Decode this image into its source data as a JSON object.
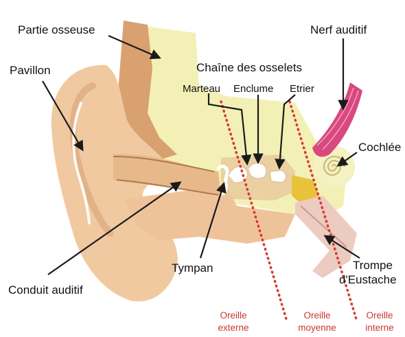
{
  "diagram": {
    "labels": {
      "partie_osseuse": "Partie osseuse",
      "pavillon": "Pavillon",
      "chaine_osselets": "Chaîne des osselets",
      "marteau": "Marteau",
      "enclume": "Enclume",
      "etrier": "Etrier",
      "nerf_auditif": "Nerf auditif",
      "cochlee": "Cochlée",
      "tympan": "Tympan",
      "conduit_auditif": "Conduit auditif",
      "trompe_line1": "Trompe",
      "trompe_line2": "d'Eustache"
    },
    "regions": {
      "externe_line1": "Oreille",
      "externe_line2": "externe",
      "moyenne_line1": "Oreille",
      "moyenne_line2": "moyenne",
      "interne_line1": "Oreille",
      "interne_line2": "interne"
    },
    "colors": {
      "skin": "#f0c9a0",
      "skin_dark": "#d9a070",
      "bone": "#f3f0b6",
      "canal": "#e7b98a",
      "nerve": "#d9487e",
      "cochlea": "#f4f1c2",
      "eustachian": "#eccbc0",
      "region_line": "#d63b33",
      "region_text": "#c8372d",
      "arrow": "#1a1a1a"
    }
  }
}
